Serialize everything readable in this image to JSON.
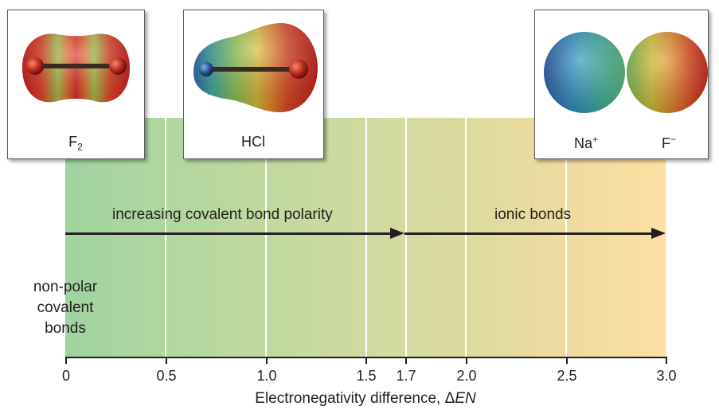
{
  "ticks": [
    "0",
    "0.5",
    "1.0",
    "1.5",
    "1.7",
    "2.0",
    "2.5",
    "3.0"
  ],
  "tick_values": [
    0,
    0.5,
    1.0,
    1.5,
    1.7,
    2.0,
    2.5,
    3.0
  ],
  "axis": {
    "title_prefix": "Electronegativity difference, Δ",
    "title_em": "EN"
  },
  "regions": {
    "covalent_label": "increasing covalent bond polarity",
    "ionic_label": "ionic bonds",
    "nonpolar_lines": [
      "non-polar",
      "covalent",
      "bonds"
    ]
  },
  "cards": {
    "f2": {
      "label_main": "F",
      "label_sub": "2"
    },
    "hcl": {
      "label": "HCl"
    },
    "naf": {
      "label_na": "Na",
      "label_na_sup": "+",
      "label_f": "F",
      "label_f_sup": "−"
    }
  }
}
